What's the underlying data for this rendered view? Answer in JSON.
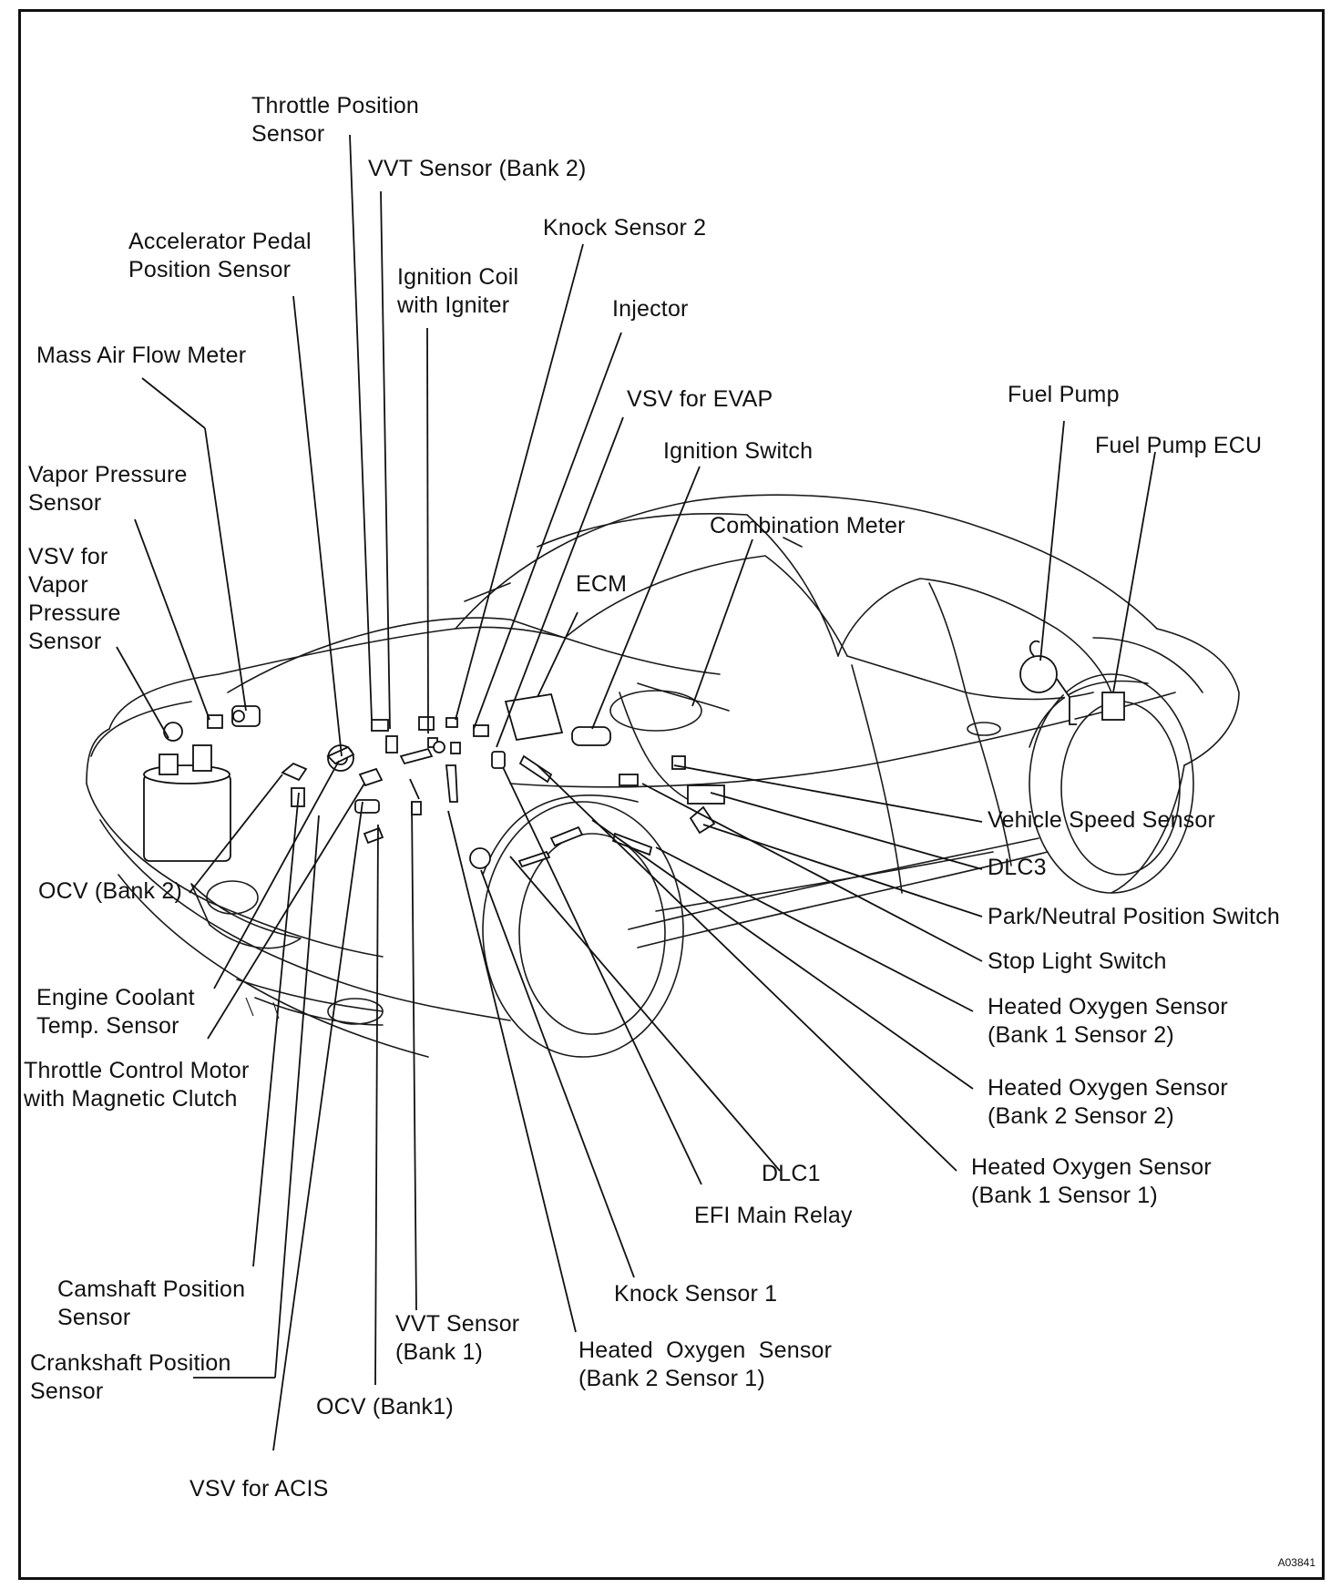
{
  "diagram": {
    "code": "A03841",
    "labels": {
      "throttle_position_sensor": "Throttle Position\nSensor",
      "vvt_sensor_bank2": "VVT Sensor (Bank 2)",
      "knock_sensor_2": "Knock Sensor 2",
      "accelerator_pedal_position_sensor": "Accelerator Pedal\nPosition Sensor",
      "ignition_coil": "Ignition Coil\nwith Igniter",
      "injector": "Injector",
      "mass_air_flow_meter": "Mass Air Flow Meter",
      "vsv_for_evap": "VSV for EVAP",
      "fuel_pump": "Fuel Pump",
      "fuel_pump_ecu": "Fuel Pump ECU",
      "ignition_switch": "Ignition Switch",
      "vapor_pressure_sensor": "Vapor Pressure\nSensor",
      "combination_meter": "Combination Meter",
      "vsv_for_vapor_pressure_sensor": "VSV for\nVapor\nPressure\nSensor",
      "ecm": "ECM",
      "vehicle_speed_sensor": "Vehicle Speed Sensor",
      "dlc3": "DLC3",
      "ocv_bank2": "OCV (Bank 2)",
      "park_neutral_position_switch": "Park/Neutral Position Switch",
      "stop_light_switch": "Stop Light Switch",
      "engine_coolant_temp_sensor": "Engine Coolant\nTemp. Sensor",
      "ho2s_b1s2": "Heated Oxygen Sensor\n(Bank 1 Sensor 2)",
      "throttle_control_motor": "Throttle Control Motor\nwith Magnetic Clutch",
      "ho2s_b2s2": "Heated Oxygen Sensor\n(Bank 2 Sensor 2)",
      "ho2s_b1s1": "Heated Oxygen Sensor\n(Bank 1 Sensor 1)",
      "dlc1": "DLC1",
      "efi_main_relay": "EFI Main Relay",
      "camshaft_position_sensor": "Camshaft Position\nSensor",
      "knock_sensor_1": "Knock Sensor 1",
      "vvt_sensor_bank1": "VVT Sensor\n(Bank 1)",
      "ho2s_b2s1": "Heated  Oxygen  Sensor\n(Bank 2 Sensor 1)",
      "crankshaft_position_sensor": "Crankshaft Position\nSensor",
      "ocv_bank1": "OCV (Bank1)",
      "vsv_for_acis": "VSV for ACIS"
    }
  }
}
